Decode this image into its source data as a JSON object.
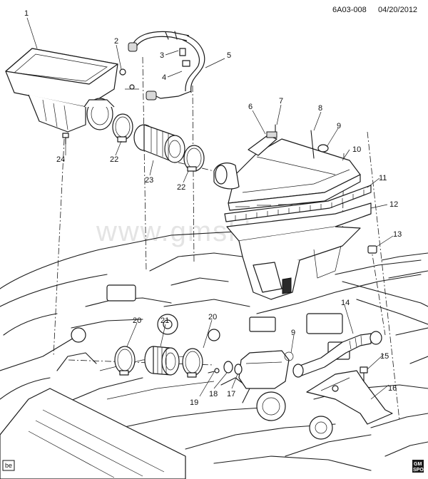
{
  "header": {
    "figure_id": "6A03-008",
    "date": "04/20/2012"
  },
  "watermark": "www.gmsklad.ru",
  "footer": {
    "badge": "be",
    "logo_line1": "GM",
    "logo_line2": "SPO"
  },
  "callouts": [
    "1",
    "2",
    "3",
    "4",
    "5",
    "6",
    "7",
    "8",
    "9",
    "10",
    "11",
    "12",
    "13",
    "24",
    "22",
    "23",
    "22",
    "20",
    "21",
    "20",
    "14",
    "9",
    "15",
    "16",
    "19",
    "18",
    "17"
  ]
}
